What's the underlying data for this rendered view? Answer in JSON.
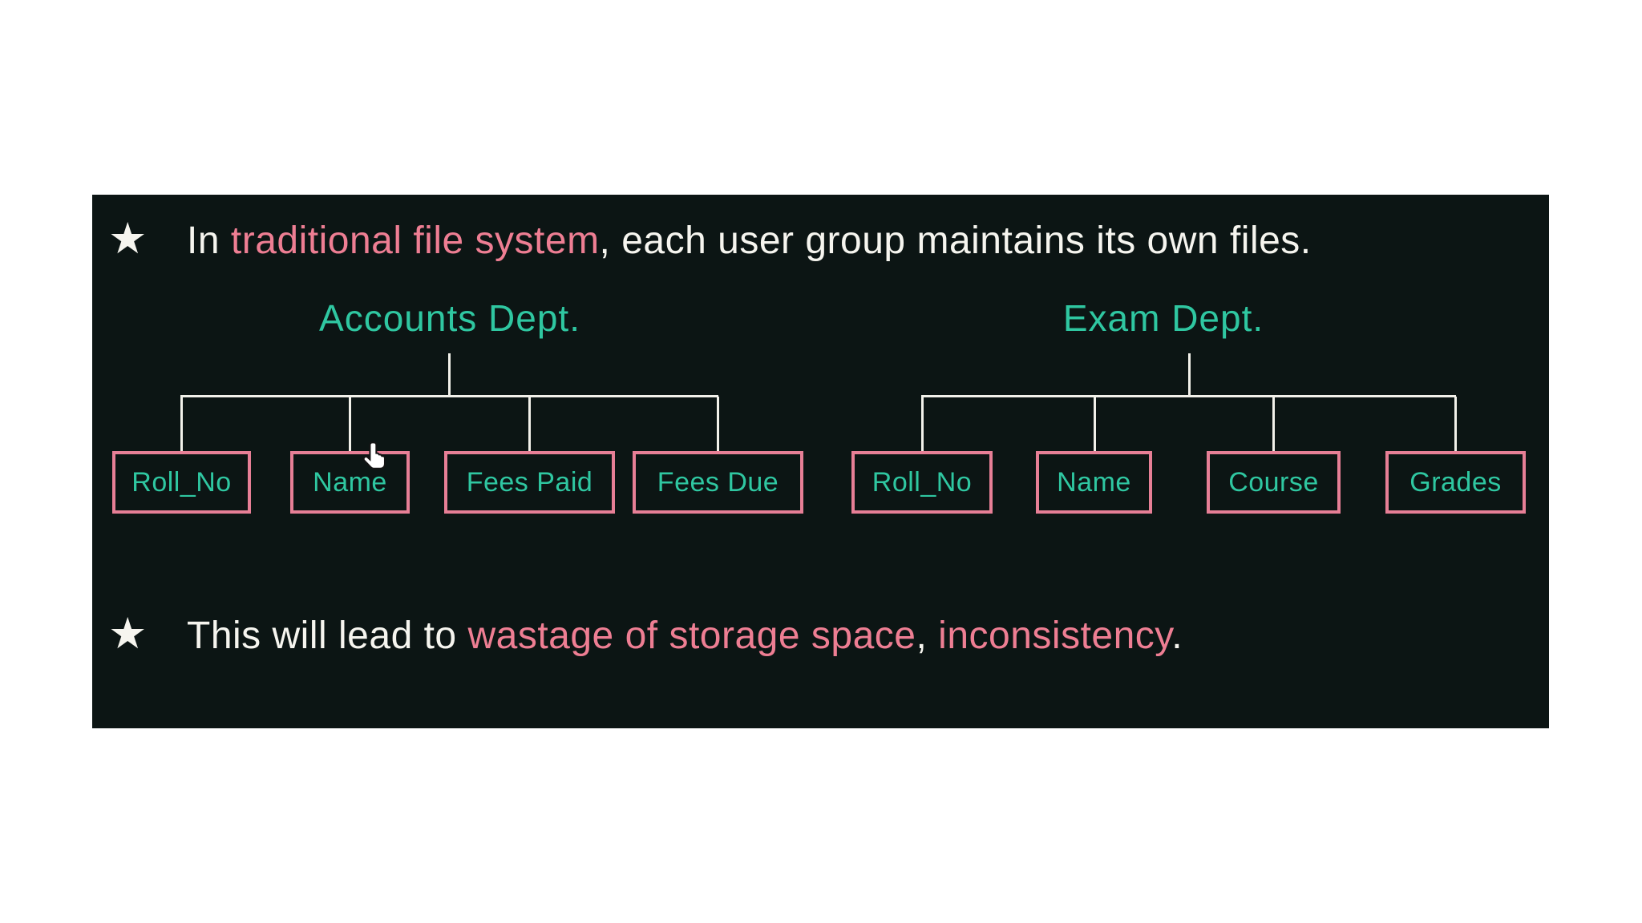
{
  "slide": {
    "page_background": "#ffffff",
    "panel_background": "#0c1514"
  },
  "colors": {
    "accent_pink": "#ee7e93",
    "accent_teal": "#2fc7a1",
    "text_white": "#f6f5ef",
    "connector_white": "#f2f1ea",
    "box_border_pink": "#e77f96"
  },
  "bullets": [
    {
      "icon": "★",
      "segments": [
        {
          "text": "In ",
          "color": "white"
        },
        {
          "text": "traditional file system",
          "color": "pink"
        },
        {
          "text": ", each user group maintains its own files.",
          "color": "white"
        }
      ]
    },
    {
      "icon": "★",
      "segments": [
        {
          "text": "This will lead to ",
          "color": "white"
        },
        {
          "text": "wastage of storage space",
          "color": "pink"
        },
        {
          "text": ",",
          "color": "white"
        },
        {
          "text": " inconsistency",
          "color": "pink"
        },
        {
          "text": ".",
          "color": "white"
        }
      ]
    }
  ],
  "trees": [
    {
      "label": "Accounts Dept.",
      "children": [
        "Roll_No",
        "Name",
        "Fees Paid",
        "Fees Due"
      ]
    },
    {
      "label": "Exam Dept.",
      "children": [
        "Roll_No",
        "Name",
        "Course",
        "Grades"
      ]
    }
  ],
  "cursor": {
    "type": "hand-pointer"
  }
}
